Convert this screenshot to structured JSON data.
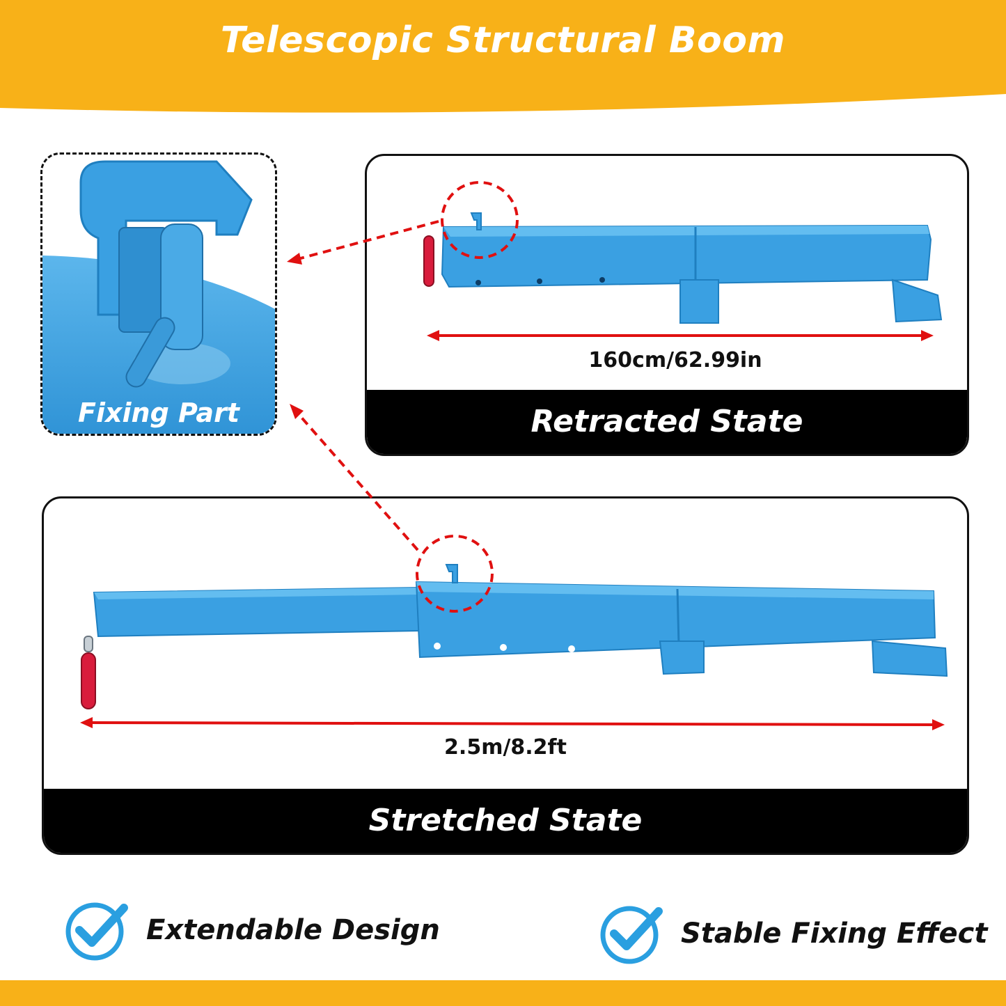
{
  "header": {
    "title": "Telescopic Structural Boom"
  },
  "fixing_part": {
    "label": "Fixing Part"
  },
  "retracted": {
    "dimension": "160cm/62.99in",
    "state_label": "Retracted State"
  },
  "stretched": {
    "dimension": "2.5m/8.2ft",
    "state_label": "Stretched State"
  },
  "features": [
    {
      "label": "Extendable Design",
      "icon": "check-circle-icon"
    },
    {
      "label": "Stable Fixing Effect",
      "icon": "check-circle-icon"
    }
  ],
  "colors": {
    "banner": "#f8b118",
    "boom_blue": "#3aa0e2",
    "accent_red": "#e01010",
    "check_blue": "#2a9fe0"
  }
}
